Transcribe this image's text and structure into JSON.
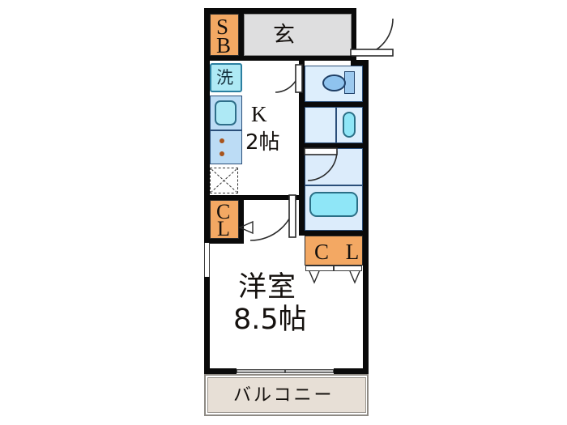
{
  "plan": {
    "title_visible": false,
    "rooms": [
      {
        "key": "shoe_box",
        "label": "SB",
        "label_lines": [
          "S",
          "B"
        ],
        "fill": "#f3a863"
      },
      {
        "key": "entrance",
        "label": "玄",
        "fill": "#dededf"
      },
      {
        "key": "washer",
        "label": "洗",
        "fill": "#aee9f5"
      },
      {
        "key": "kitchen",
        "label_line1": "K",
        "label_line2": "2帖",
        "fill": "#ffffff"
      },
      {
        "key": "closet_left",
        "label_lines": [
          "C",
          "L"
        ],
        "fill": "#f3a863"
      },
      {
        "key": "closet_right",
        "label": "C L",
        "fill": "#f3a863"
      },
      {
        "key": "western_room",
        "label_line1": "洋室",
        "label_line2": "8.5帖",
        "fill": "#ffffff"
      },
      {
        "key": "balcony",
        "label": "バルコニー",
        "fill": "#e7dfd6"
      }
    ],
    "fixtures": [
      {
        "key": "kitchen-sink-basin",
        "name": "sink-basin"
      },
      {
        "key": "kitchen-stove",
        "name": "stove-two-burner",
        "burners": 2
      },
      {
        "key": "pipe-shaft",
        "name": "pipe-shaft-dashed"
      },
      {
        "key": "toilet",
        "name": "toilet"
      },
      {
        "key": "lavatory",
        "name": "lavatory-basin"
      },
      {
        "key": "bathtub",
        "name": "bathtub"
      }
    ],
    "doors": [
      {
        "key": "entrance-door",
        "swing": "right-out"
      },
      {
        "key": "kitchen-door",
        "swing": "left-in"
      },
      {
        "key": "toilet-door",
        "swing": "left-down"
      },
      {
        "key": "bath-door",
        "swing": "left-down"
      },
      {
        "key": "room-door",
        "swing": "left-down"
      },
      {
        "key": "closet-folding-left",
        "panels": 1
      },
      {
        "key": "closet-folding-right",
        "panels": 2
      }
    ],
    "windows": [
      {
        "key": "room-window-left",
        "orientation": "vertical"
      },
      {
        "key": "balcony-sliding-door",
        "panels": 2
      }
    ],
    "colors": {
      "wall": "#0a0a0a",
      "closet_orange": "#f3a863",
      "water_cyan": "#8fe6f7",
      "bath_blue": "#ddeefc",
      "kitchen_blue": "#bcdcf5",
      "entrance_gray": "#dededf",
      "balcony_beige": "#e7dfd6",
      "burner": "#a8541c"
    }
  }
}
